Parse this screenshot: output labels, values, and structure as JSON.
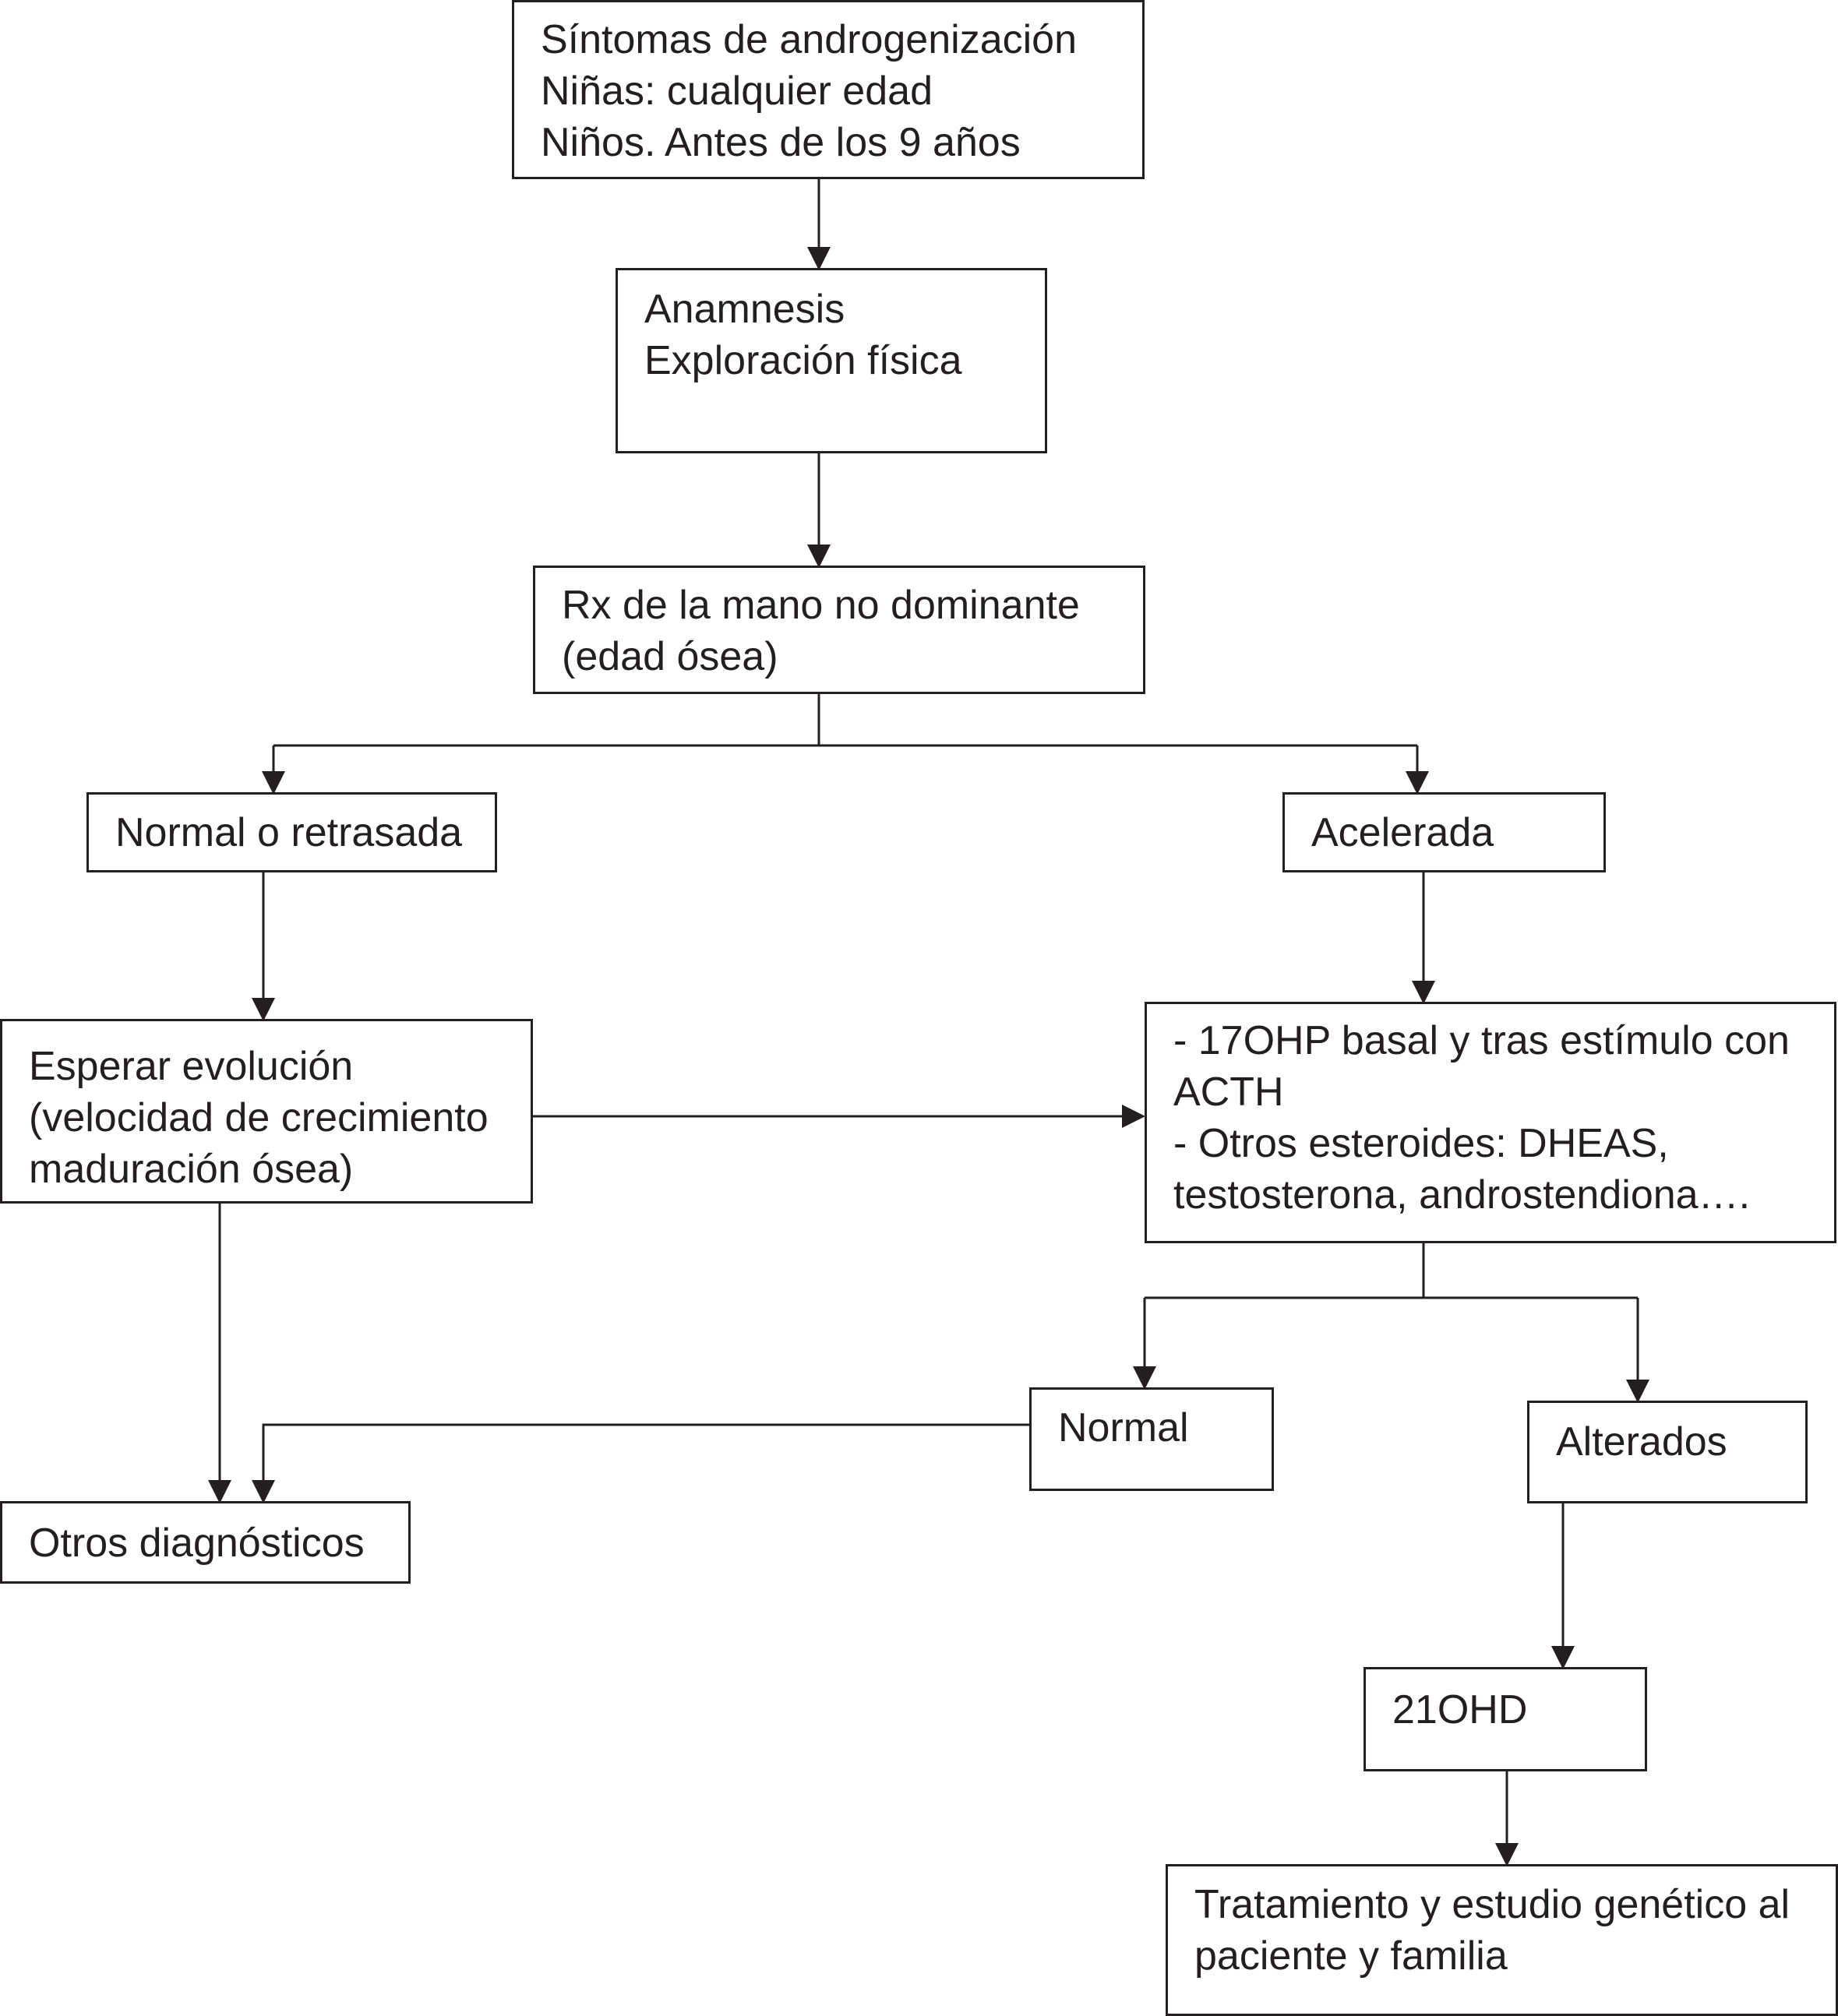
{
  "nodes": {
    "sintomas": [
      "Síntomas de androgenización",
      "Niñas: cualquier edad",
      "Niños. Antes de los 9 años"
    ],
    "anamnesis": [
      "Anamnesis",
      "Exploración física"
    ],
    "rx": [
      "Rx de la mano no dominante",
      "(edad ósea)"
    ],
    "normal_retrasada": [
      "Normal o retrasada"
    ],
    "acelerada": [
      "Acelerada"
    ],
    "esperar": [
      "Esperar evolución",
      "(velocidad de crecimiento",
      "maduración ósea)"
    ],
    "hormonas": [
      "- 17OHP basal y tras estímulo con",
      "ACTH",
      "- Otros esteroides: DHEAS,",
      "testosterona, androstendiona…."
    ],
    "normal": [
      "Normal"
    ],
    "alterados": [
      "Alterados"
    ],
    "otros_diagnosticos": [
      "Otros diagnósticos"
    ],
    "ohd21": [
      "21OHD"
    ],
    "tratamiento": [
      "Tratamiento y estudio genético al",
      "paciente y familia"
    ]
  },
  "colors": {
    "line": "#231f20",
    "text": "#231f20",
    "background": "#ffffff"
  }
}
